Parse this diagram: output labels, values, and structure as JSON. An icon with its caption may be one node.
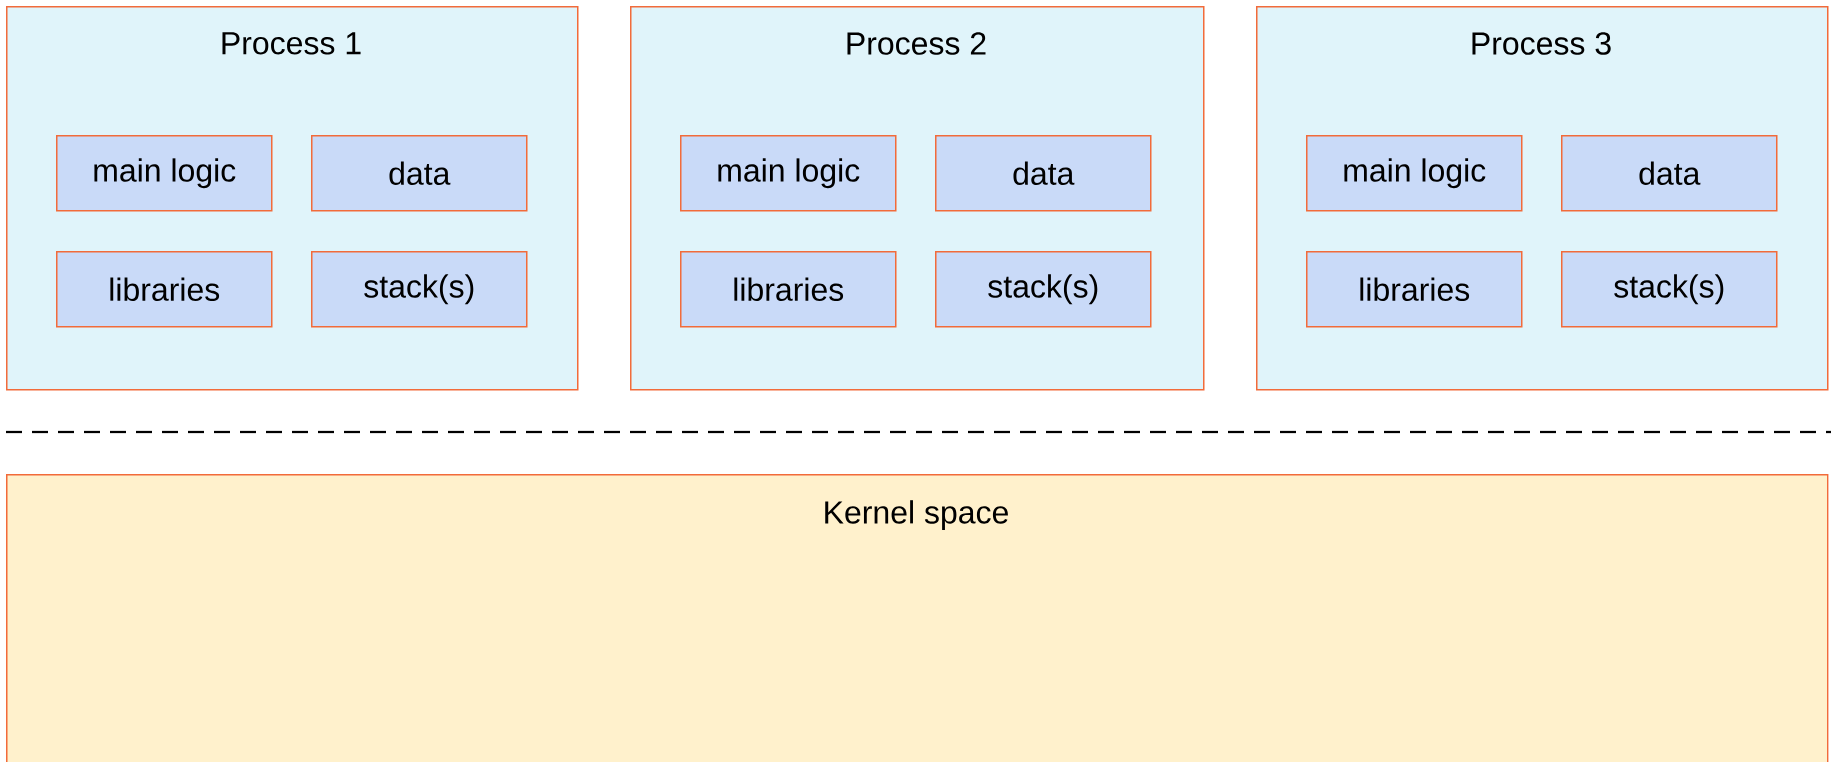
{
  "diagram": {
    "nodes": [
      {
        "text": [
          "Process 1"
        ]
      },
      {
        "text": [
          "main logic"
        ],
        "in": 0
      },
      {
        "text": [
          "data"
        ],
        "in": 0
      },
      {
        "text": [
          "libraries"
        ],
        "in": 0
      },
      {
        "text": [
          "stack(s)"
        ],
        "in": 0
      },
      {
        "text": [
          "Process 2"
        ]
      },
      {
        "text": [
          "main logic"
        ],
        "in": 5
      },
      {
        "text": [
          "data"
        ],
        "in": 5
      },
      {
        "text": [
          "libraries"
        ],
        "in": 5
      },
      {
        "text": [
          "stack(s)"
        ],
        "in": 5
      },
      {
        "text": [
          "Process 3"
        ]
      },
      {
        "text": [
          "main logic"
        ],
        "in": 10
      },
      {
        "text": [
          "data"
        ],
        "in": 10
      },
      {
        "text": [
          "libraries"
        ],
        "in": 10
      },
      {
        "text": [
          "stack(s)"
        ],
        "in": 10
      },
      {
        "text": [
          "Kernel space"
        ]
      }
    ]
  }
}
